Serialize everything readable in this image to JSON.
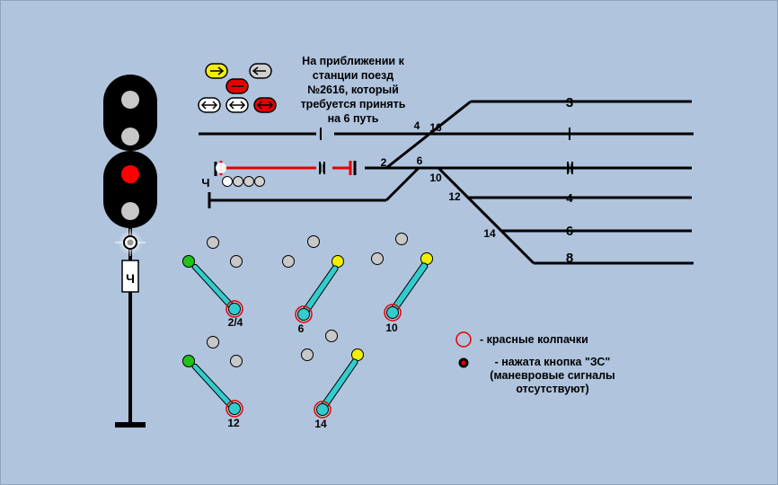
{
  "message": {
    "line1": "На приближении к",
    "line2": "станции поезд",
    "line3": "№2616, который",
    "line4": "требуется принять",
    "line5": "на 6 путь"
  },
  "tracks": {
    "left_main": "I",
    "left_second": "II",
    "right_3": "3",
    "right_I": "I",
    "right_II": "II",
    "right_4": "4",
    "right_6": "6",
    "right_8": "8",
    "ch_label": "Ч"
  },
  "switches_on_scheme": {
    "s2": "2",
    "s4": "4",
    "s6": "6",
    "s10": "10",
    "s12": "12",
    "s14": "14",
    "s16": "16"
  },
  "switch_levers": {
    "l24": "2/4",
    "l6": "6",
    "l10": "10",
    "l12": "12",
    "l14": "14"
  },
  "signal": {
    "plate": "Ч",
    "lamps": [
      "off",
      "off",
      "red",
      "off"
    ]
  },
  "legend": {
    "red_caps": "- красные колпачки",
    "zs_button_1": "- нажата кнопка \"ЗС\"",
    "zs_button_2": "(маневровые сигналы",
    "zs_button_3": "отсутствуют)"
  },
  "colors": {
    "background": "#b0c4de",
    "track": "#000000",
    "route_red": "#e60000",
    "lever_cyan": "#33cccc",
    "lamp_green": "#22c21a",
    "lamp_yellow": "#f0f000",
    "lamp_gray": "#c8c8c8",
    "signal_red": "#ff0000"
  },
  "buttons": [
    {
      "name": "yellow-arrow-right-button",
      "style": "yellow"
    },
    {
      "name": "gray-arrow-left-button",
      "style": "gray"
    },
    {
      "name": "red-dash-button",
      "style": "red"
    },
    {
      "name": "white-bidirectional-button-1",
      "style": "white"
    },
    {
      "name": "white-bidirectional-button-2",
      "style": "white"
    },
    {
      "name": "red-bidirectional-button",
      "style": "red"
    }
  ]
}
